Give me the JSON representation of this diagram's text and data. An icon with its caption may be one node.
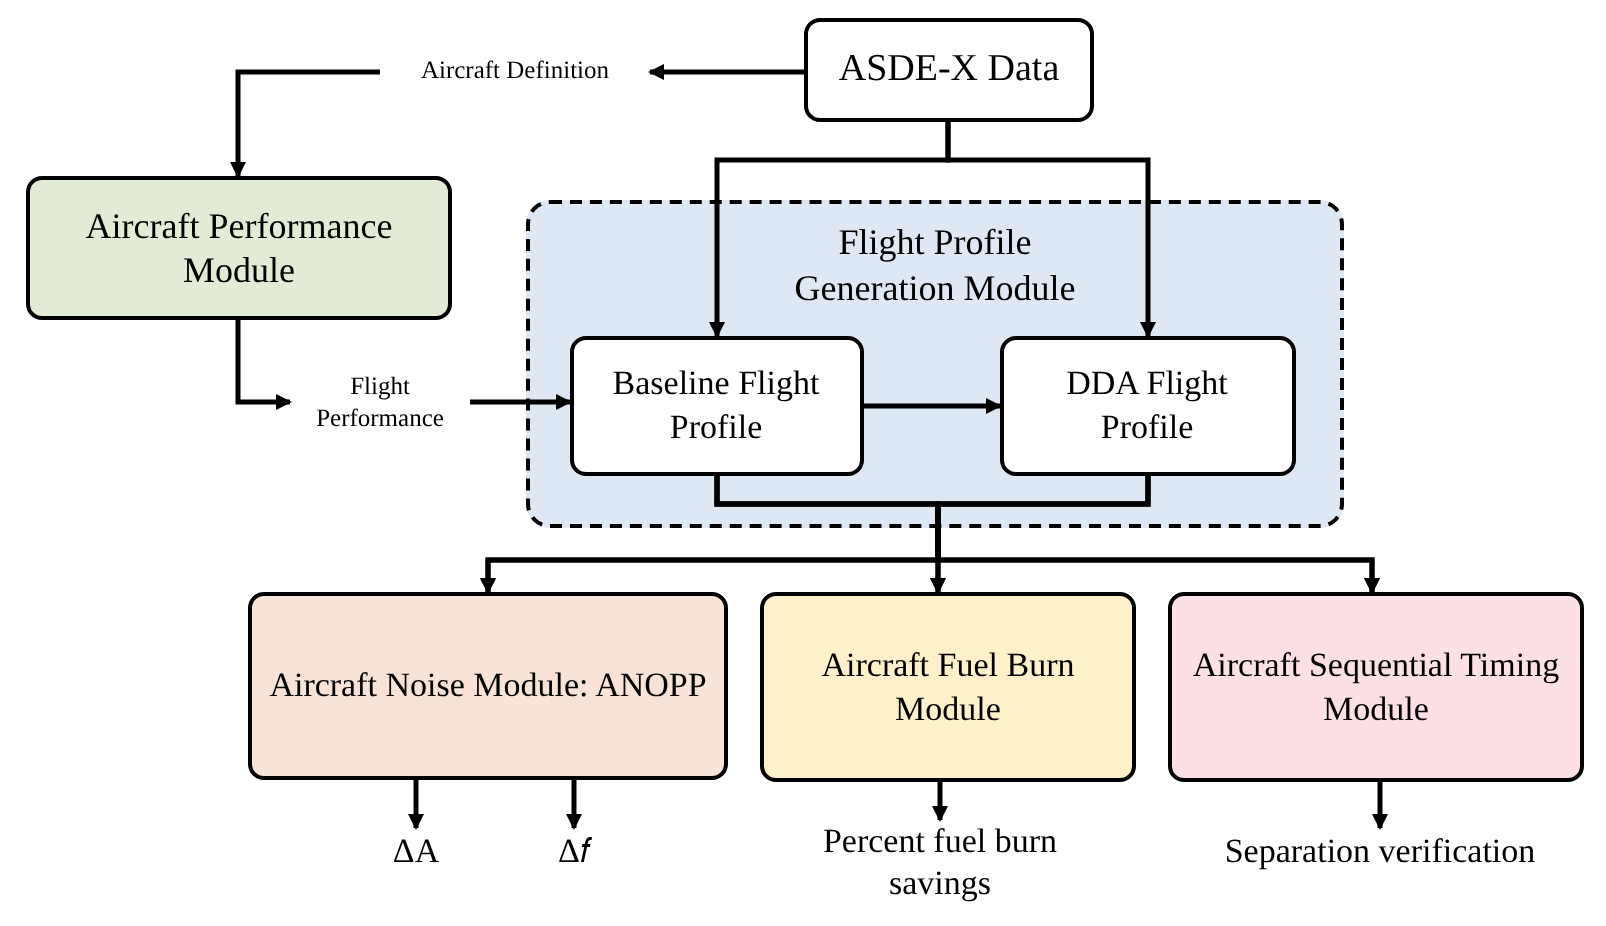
{
  "diagram": {
    "nodes": [
      {
        "text": [
          "ASDE-X Data"
        ]
      },
      {
        "text": [
          "Aircraft Definition"
        ]
      },
      {
        "text": [
          "Aircraft Performance Module"
        ]
      },
      {
        "text": [
          "Flight Performance"
        ]
      },
      {
        "text": [
          "Flight Profile Generation Module"
        ]
      },
      {
        "text": [
          "Baseline Flight Profile"
        ],
        "in": 4
      },
      {
        "text": [
          "DDA Flight Profile"
        ],
        "in": 4
      },
      {
        "text": [
          "Aircraft Noise Module: ANOPP"
        ]
      },
      {
        "text": [
          "Aircraft Fuel Burn Module"
        ]
      },
      {
        "text": [
          "Aircraft Sequential Timing Module"
        ]
      },
      {
        "text": [
          "ΔA"
        ]
      },
      {
        "text": [
          "Δ𝑓"
        ]
      },
      {
        "text": [
          "Percent fuel burn savings"
        ]
      },
      {
        "text": [
          "Separation verification"
        ]
      }
    ],
    "edges": [
      {
        "from": 0,
        "to": 1,
        "arrow": "to"
      },
      {
        "from": 1,
        "to": 2,
        "arrow": "to"
      },
      {
        "from": 2,
        "to": 3,
        "arrow": "to"
      },
      {
        "from": 3,
        "to": 5,
        "arrow": "to"
      },
      {
        "from": 0,
        "to": 5,
        "arrow": "to"
      },
      {
        "from": 0,
        "to": 6,
        "arrow": "to"
      },
      {
        "from": 5,
        "to": 6,
        "arrow": "to"
      },
      {
        "from": 5,
        "to": 7,
        "arrow": "to"
      },
      {
        "from": 5,
        "to": 8,
        "arrow": "to"
      },
      {
        "from": 5,
        "to": 9,
        "arrow": "to"
      },
      {
        "from": 6,
        "to": 7,
        "arrow": "to"
      },
      {
        "from": 6,
        "to": 8,
        "arrow": "to"
      },
      {
        "from": 6,
        "to": 9,
        "arrow": "to"
      },
      {
        "from": 7,
        "to": 10,
        "arrow": "to"
      },
      {
        "from": 7,
        "to": 11,
        "arrow": "to"
      },
      {
        "from": 8,
        "to": 12,
        "arrow": "to"
      },
      {
        "from": 9,
        "to": 13,
        "arrow": "to"
      }
    ]
  }
}
